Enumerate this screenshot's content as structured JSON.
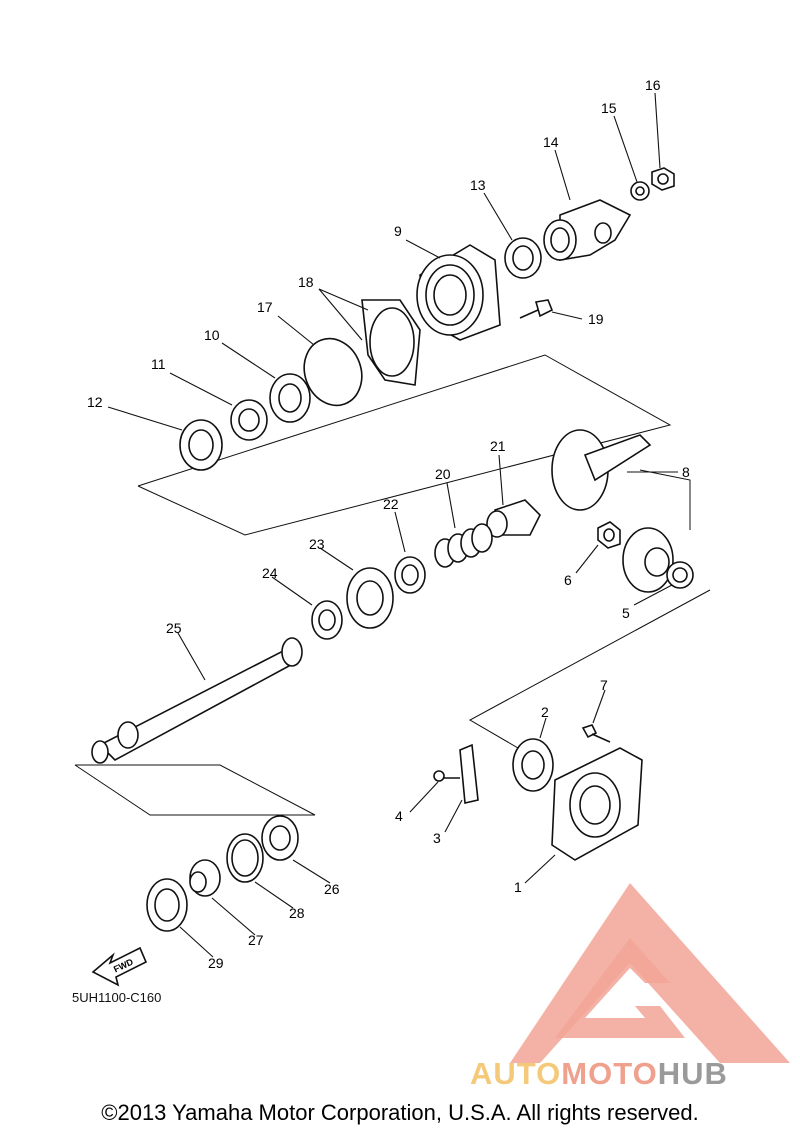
{
  "diagram": {
    "callouts": [
      "1",
      "2",
      "3",
      "4",
      "5",
      "6",
      "7",
      "8",
      "9",
      "10",
      "11",
      "12",
      "13",
      "14",
      "15",
      "16",
      "17",
      "18",
      "19",
      "20",
      "21",
      "22",
      "23",
      "24",
      "25",
      "26",
      "27",
      "28",
      "29"
    ],
    "fwd_label": "FWD",
    "diagram_code": "5UH1100-C160"
  },
  "footer": {
    "copyright": "©2013 Yamaha Motor Corporation, U.S.A. All rights reserved."
  },
  "watermark": {
    "text_part1": "AUTO",
    "text_part2": "MOTO",
    "text_part3": "HUB",
    "colors": {
      "triangle": "#f2a597",
      "auto": "#f5c97a",
      "moto": "#f0a18e",
      "hub": "#9a9a9a"
    }
  }
}
